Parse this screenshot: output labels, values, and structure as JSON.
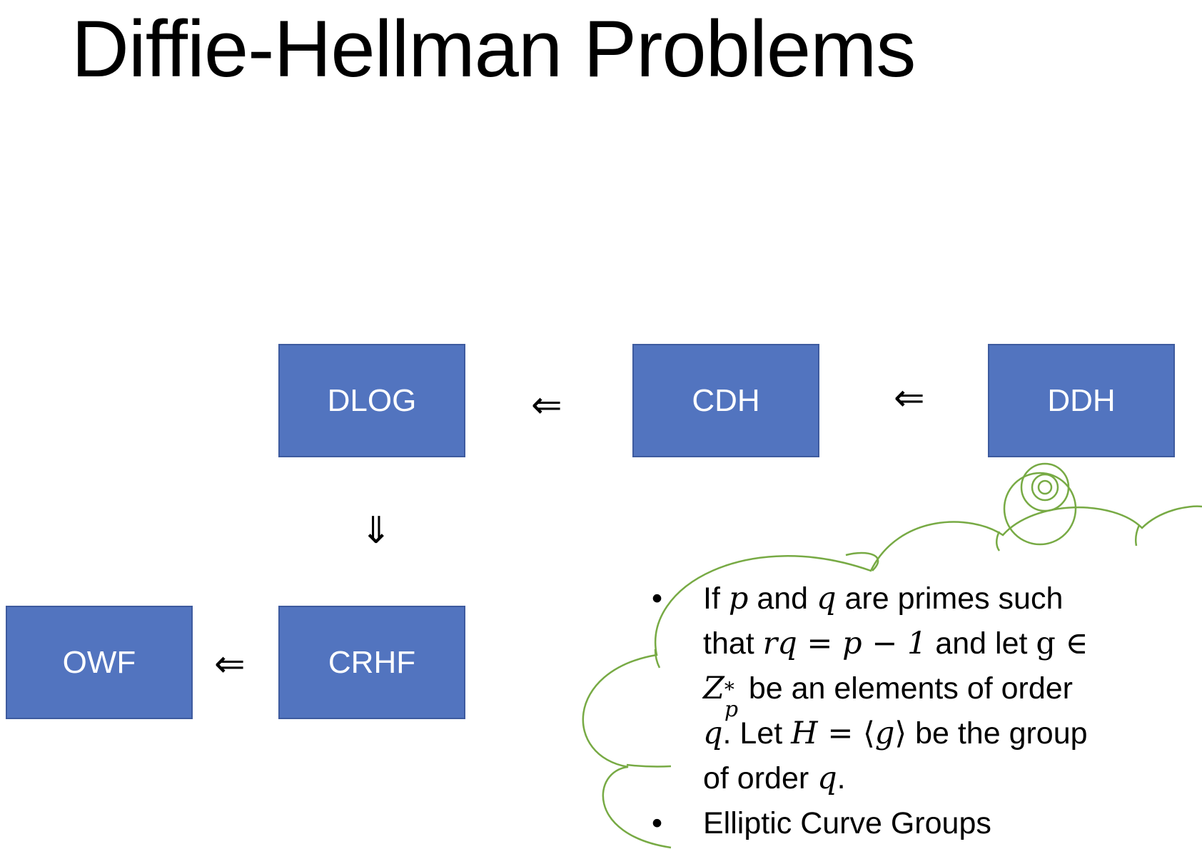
{
  "slide": {
    "title": "Diffie-Hellman Problems"
  },
  "diagram": {
    "nodes": {
      "dlog": "DLOG",
      "cdh": "CDH",
      "ddh": "DDH",
      "owf": "OWF",
      "crhf": "CRHF"
    },
    "arrows": {
      "cdh_to_dlog": "⇐",
      "ddh_to_cdh": "⇐",
      "dlog_to_crhf": "⇓",
      "crhf_to_owf": "⇐"
    },
    "colors": {
      "box_fill": "#5274bf",
      "cloud_stroke": "#77aa44"
    }
  },
  "notes": {
    "bullet": "•",
    "item1": {
      "t1": "If ",
      "p": "p",
      "t2": " and ",
      "q": "q",
      "t3": " are primes such",
      "t4": "that ",
      "rq": "rq",
      "eq": " = ",
      "pm1": "p − 1",
      "t5": " and let ",
      "g": "g ∈",
      "zp": "Z",
      "zp_sup": "*",
      "zp_sub": "p",
      "t6": " be an elements of order",
      "q2": "q",
      "t7": ". Let ",
      "h": "H",
      "eq2": " = ⟨",
      "g2": "g",
      "t8": "⟩ be the group",
      "t9": "of order ",
      "q3": "q",
      "t10": "."
    },
    "item2": "Elliptic Curve Groups"
  }
}
